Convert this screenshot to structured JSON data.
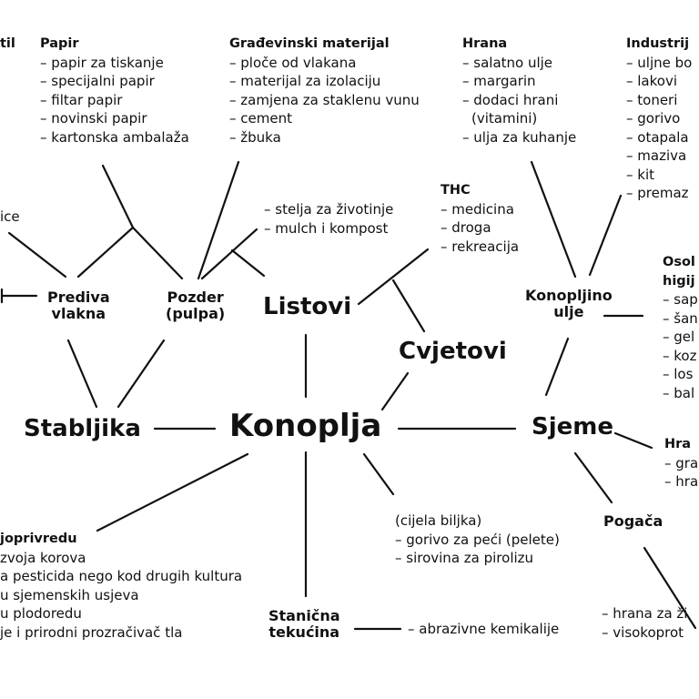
{
  "center": "Konoplja",
  "nodes": {
    "stabljika": "Stabljika",
    "listovi": "Listovi",
    "cvjetovi": "Cvjetovi",
    "sjeme": "Sjeme",
    "predivaVlakna": [
      "Prediva",
      "vlakna"
    ],
    "pozder": [
      "Pozder",
      "(pulpa)"
    ],
    "konopljinoUlje": [
      "Konopljino",
      "ulje"
    ],
    "pogaca": "Pogača",
    "stanicnaTekucina": [
      "Stanična",
      "tekućina"
    ]
  },
  "boxes": {
    "tekstil": {
      "title": "til"
    },
    "papir": {
      "title": "Papir",
      "items": [
        "– papir za tiskanje",
        "– specijalni papir",
        "– filtar papir",
        "– novinski papir",
        "– kartonska ambalaža"
      ]
    },
    "gradjevinski": {
      "title": "Građevinski materijal",
      "items": [
        "– ploče od vlakana",
        "– materijal za izolaciju",
        "– zamjena za staklenu vunu",
        "– cement",
        "– žbuka"
      ]
    },
    "hrana": {
      "title": "Hrana",
      "items": [
        "– salatno ulje",
        "– margarin",
        "– dodaci hrani",
        "(vitamini)",
        "– ulja za kuhanje"
      ]
    },
    "industrija": {
      "title": "Industrij",
      "items": [
        "– uljne bo",
        "– lakovi",
        "– toneri",
        "– gorivo",
        "– otapala",
        "– maziva",
        "– kit",
        "– premaz"
      ]
    },
    "lisceLeft": {
      "text": "ice"
    },
    "listoviUse": {
      "items": [
        "– stelja za životinje",
        "– mulch i kompost"
      ]
    },
    "thc": {
      "title": "THC",
      "items": [
        "– medicina",
        "– droga",
        "– rekreacija"
      ]
    },
    "osobna": {
      "title": [
        "Osol",
        "higij"
      ],
      "items": [
        "– sap",
        "– šan",
        "– gel",
        "– koz",
        "– los",
        "– bal"
      ]
    },
    "hranaRight": {
      "title": "Hra",
      "items": [
        "– gra",
        "– hra"
      ]
    },
    "poljoprivreda": {
      "title": "joprivredu",
      "items": [
        "zvoja korova",
        "a pesticida nego kod drugih kultura",
        "u sjemenskih usjeva",
        "u plodoredu",
        "je i prirodni prozračivač tla"
      ]
    },
    "cijela": {
      "items": [
        "(cijela biljka)",
        "– gorivo za peći (pelete)",
        "– sirovina za pirolizu"
      ]
    },
    "abrazivne": {
      "text": "– abrazivne kemikalije"
    },
    "pogacaUse": {
      "items": [
        "– hrana za ži",
        "– visokoprot"
      ]
    }
  }
}
